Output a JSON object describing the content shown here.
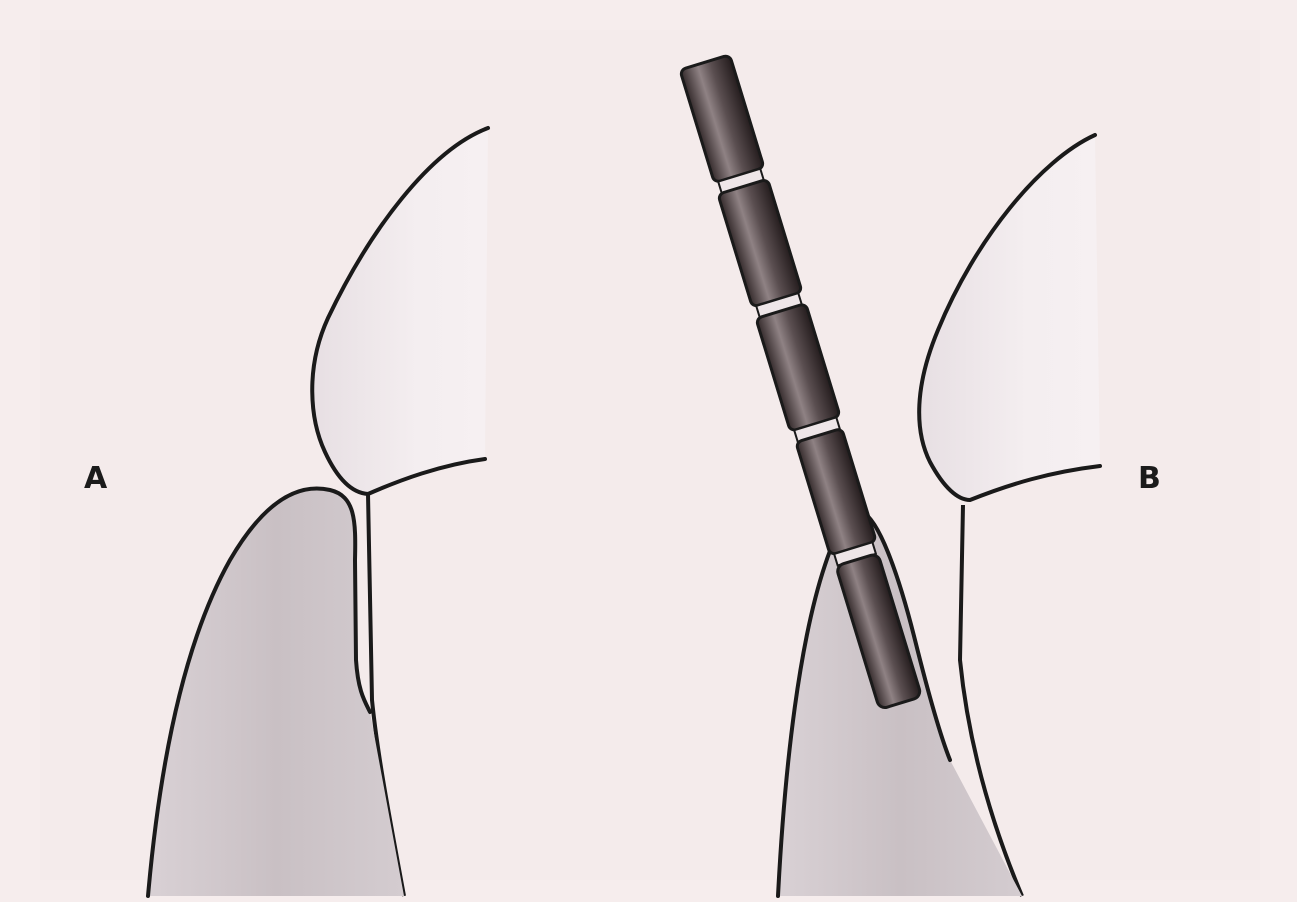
{
  "figure": {
    "panel_a": {
      "label": "A"
    },
    "panel_b": {
      "label": "B"
    }
  },
  "colors": {
    "background": "#f6eded",
    "outline": "#1a1a1a",
    "tooth_fill": "#f3ecef",
    "gingiva_fill": "#cdc4c8",
    "probe_dark": "#2e2526",
    "probe_light": "#9a8e90"
  },
  "icons": {
    "probe": "periodontal-probe-graphic"
  }
}
